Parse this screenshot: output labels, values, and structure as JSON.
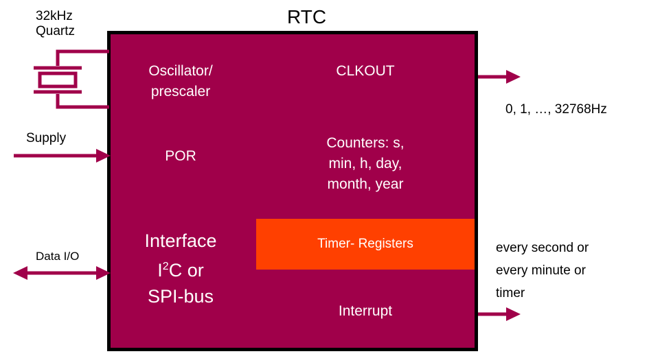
{
  "colors": {
    "block": "#A0004A",
    "timer": "#FF4000",
    "border": "#000000",
    "separator": "#FFFFFF"
  },
  "diagram": {
    "title": "RTC",
    "quartz_label_line1": "32kHz",
    "quartz_label_line2": "Quartz",
    "supply_label": "Supply",
    "data_io_label": "Data I/O",
    "blocks": {
      "oscillator_line1": "Oscillator/",
      "oscillator_line2": "prescaler",
      "por": "POR",
      "interface_line1": "Interface",
      "interface_line2_prefix": "I",
      "interface_line2_sup": "2",
      "interface_line2_suffix": "C or",
      "interface_line3": "SPI-bus",
      "clkout": "CLKOUT",
      "counters_line1": "Counters: s,",
      "counters_line2": "min, h, day,",
      "counters_line3": "month, year",
      "timer_registers": "Timer- Registers",
      "interrupt": "Interrupt"
    },
    "clkout_output_label": "0, 1, …, 32768Hz",
    "interrupt_output_line1": "every second or",
    "interrupt_output_line2": "every minute or",
    "interrupt_output_line3": "timer"
  }
}
